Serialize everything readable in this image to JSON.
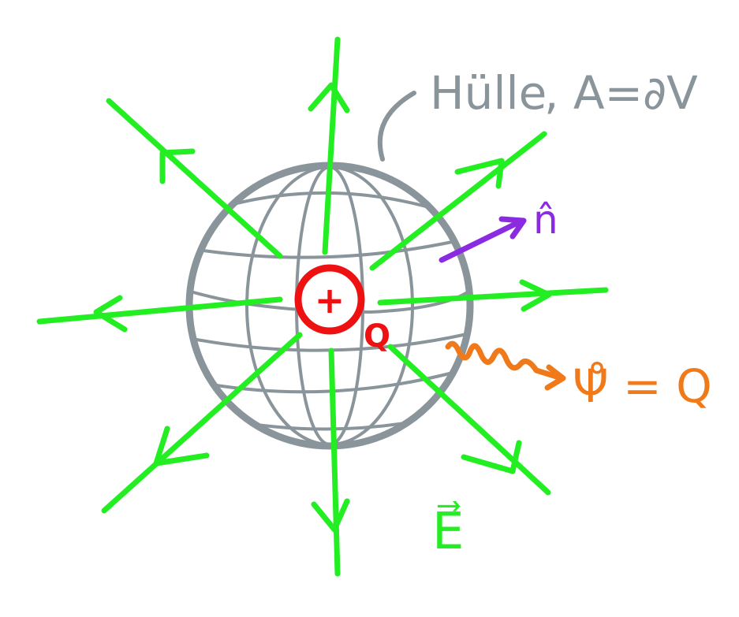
{
  "labels": {
    "surface_prefix": "Hülle",
    "surface_eq": ", A=∂V",
    "normal": "n̂",
    "charge_sign": "+",
    "charge": "Q",
    "flux": "Ψ̊ = Q",
    "field": "E⃗"
  },
  "colors": {
    "field_lines": "#22ee22",
    "sphere": "#8a949b",
    "charge": "#ee1111",
    "normal": "#8a2be2",
    "flux": "#f07a1a",
    "surface_label": "#8a949b"
  }
}
